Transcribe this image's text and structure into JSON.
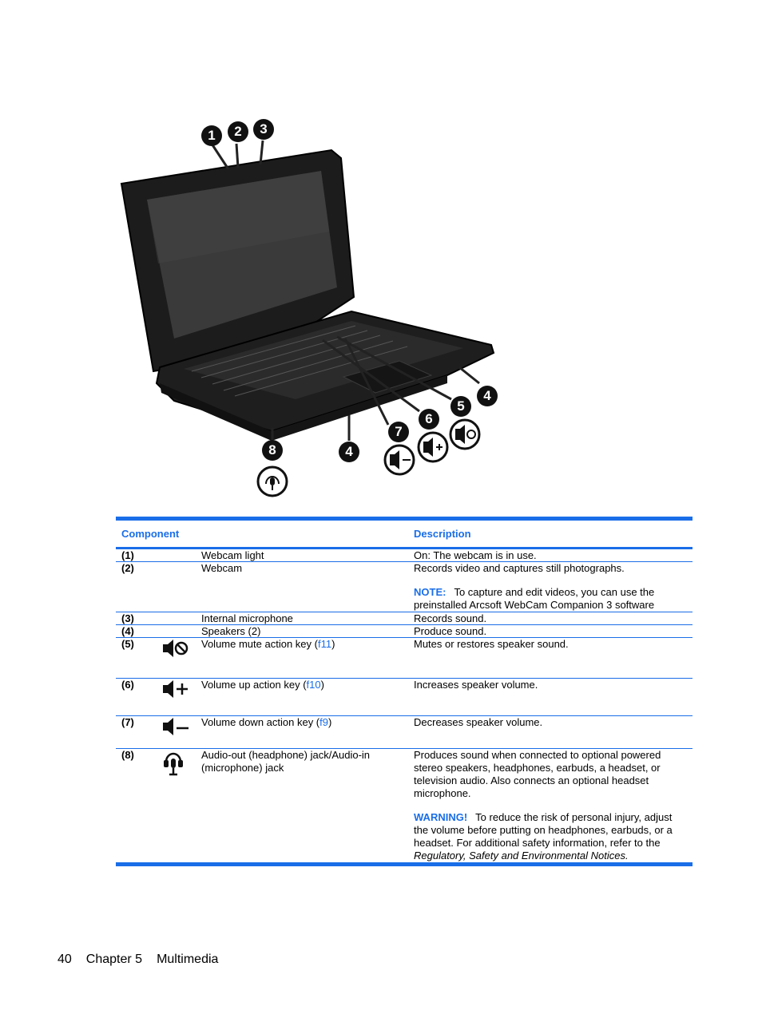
{
  "figure": {
    "callouts": [
      "1",
      "2",
      "3",
      "4",
      "5",
      "6",
      "7",
      "8",
      "4"
    ]
  },
  "table": {
    "headers": {
      "component": "Component",
      "description": "Description"
    },
    "rows": [
      {
        "num": "(1)",
        "icon": "",
        "name": "Webcam light",
        "desc": "On: The webcam is in use."
      },
      {
        "num": "(2)",
        "icon": "",
        "name": "Webcam",
        "desc": "Records video and captures still photographs.",
        "note_label": "NOTE:",
        "note_text": "To capture and edit videos, you can use the preinstalled Arcsoft WebCam Companion 3 software"
      },
      {
        "num": "(3)",
        "icon": "",
        "name": "Internal microphone",
        "desc": "Records sound."
      },
      {
        "num": "(4)",
        "icon": "",
        "name": "Speakers (2)",
        "desc": "Produce sound."
      },
      {
        "num": "(5)",
        "icon": "volume-mute-icon",
        "name_pre": "Volume mute action key (",
        "key": "f11",
        "name_post": ")",
        "desc": "Mutes or restores speaker sound."
      },
      {
        "num": "(6)",
        "icon": "volume-up-icon",
        "name_pre": "Volume up action key (",
        "key": "f10",
        "name_post": ")",
        "desc": "Increases speaker volume."
      },
      {
        "num": "(7)",
        "icon": "volume-down-icon",
        "name_pre": "Volume down action key (",
        "key": "f9",
        "name_post": ")",
        "desc": "Decreases speaker volume."
      },
      {
        "num": "(8)",
        "icon": "headset-icon",
        "name": "Audio-out (headphone) jack/Audio-in (microphone) jack",
        "desc": "Produces sound when connected to optional powered stereo speakers, headphones, earbuds, a headset, or television audio. Also connects an optional headset microphone.",
        "warn_label": "WARNING!",
        "warn_text": "To reduce the risk of personal injury, adjust the volume before putting on headphones, earbuds, or a headset. For additional safety information, refer to the",
        "warn_ref": "Regulatory, Safety and Environmental Notices."
      }
    ]
  },
  "footer": {
    "page": "40",
    "chapter": "Chapter 5",
    "title": "Multimedia"
  }
}
